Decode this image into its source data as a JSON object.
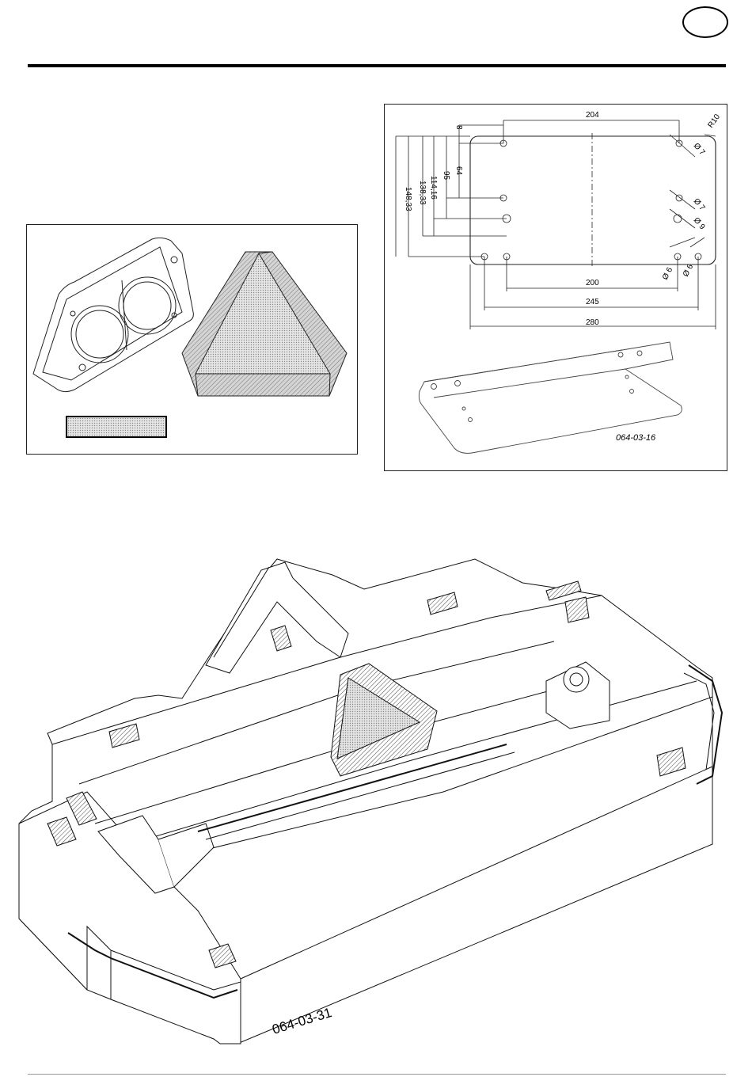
{
  "bracket_drawing": {
    "dimensions": {
      "width_204": "204",
      "width_200": "200",
      "width_245": "245",
      "width_280": "280",
      "height_8": "8",
      "height_64": "64",
      "height_95": "95",
      "height_114": "114,16",
      "height_138": "138,33",
      "height_148": "148,33",
      "radius": "R10",
      "hole_7a": "Ø 7",
      "hole_7b": "Ø 7",
      "hole_9": "Ø 9",
      "hole_6a": "Ø 6",
      "hole_6b": "Ø 6"
    },
    "figure_code": "064-03-16"
  },
  "machine_drawing": {
    "figure_code": "064-03-31"
  }
}
